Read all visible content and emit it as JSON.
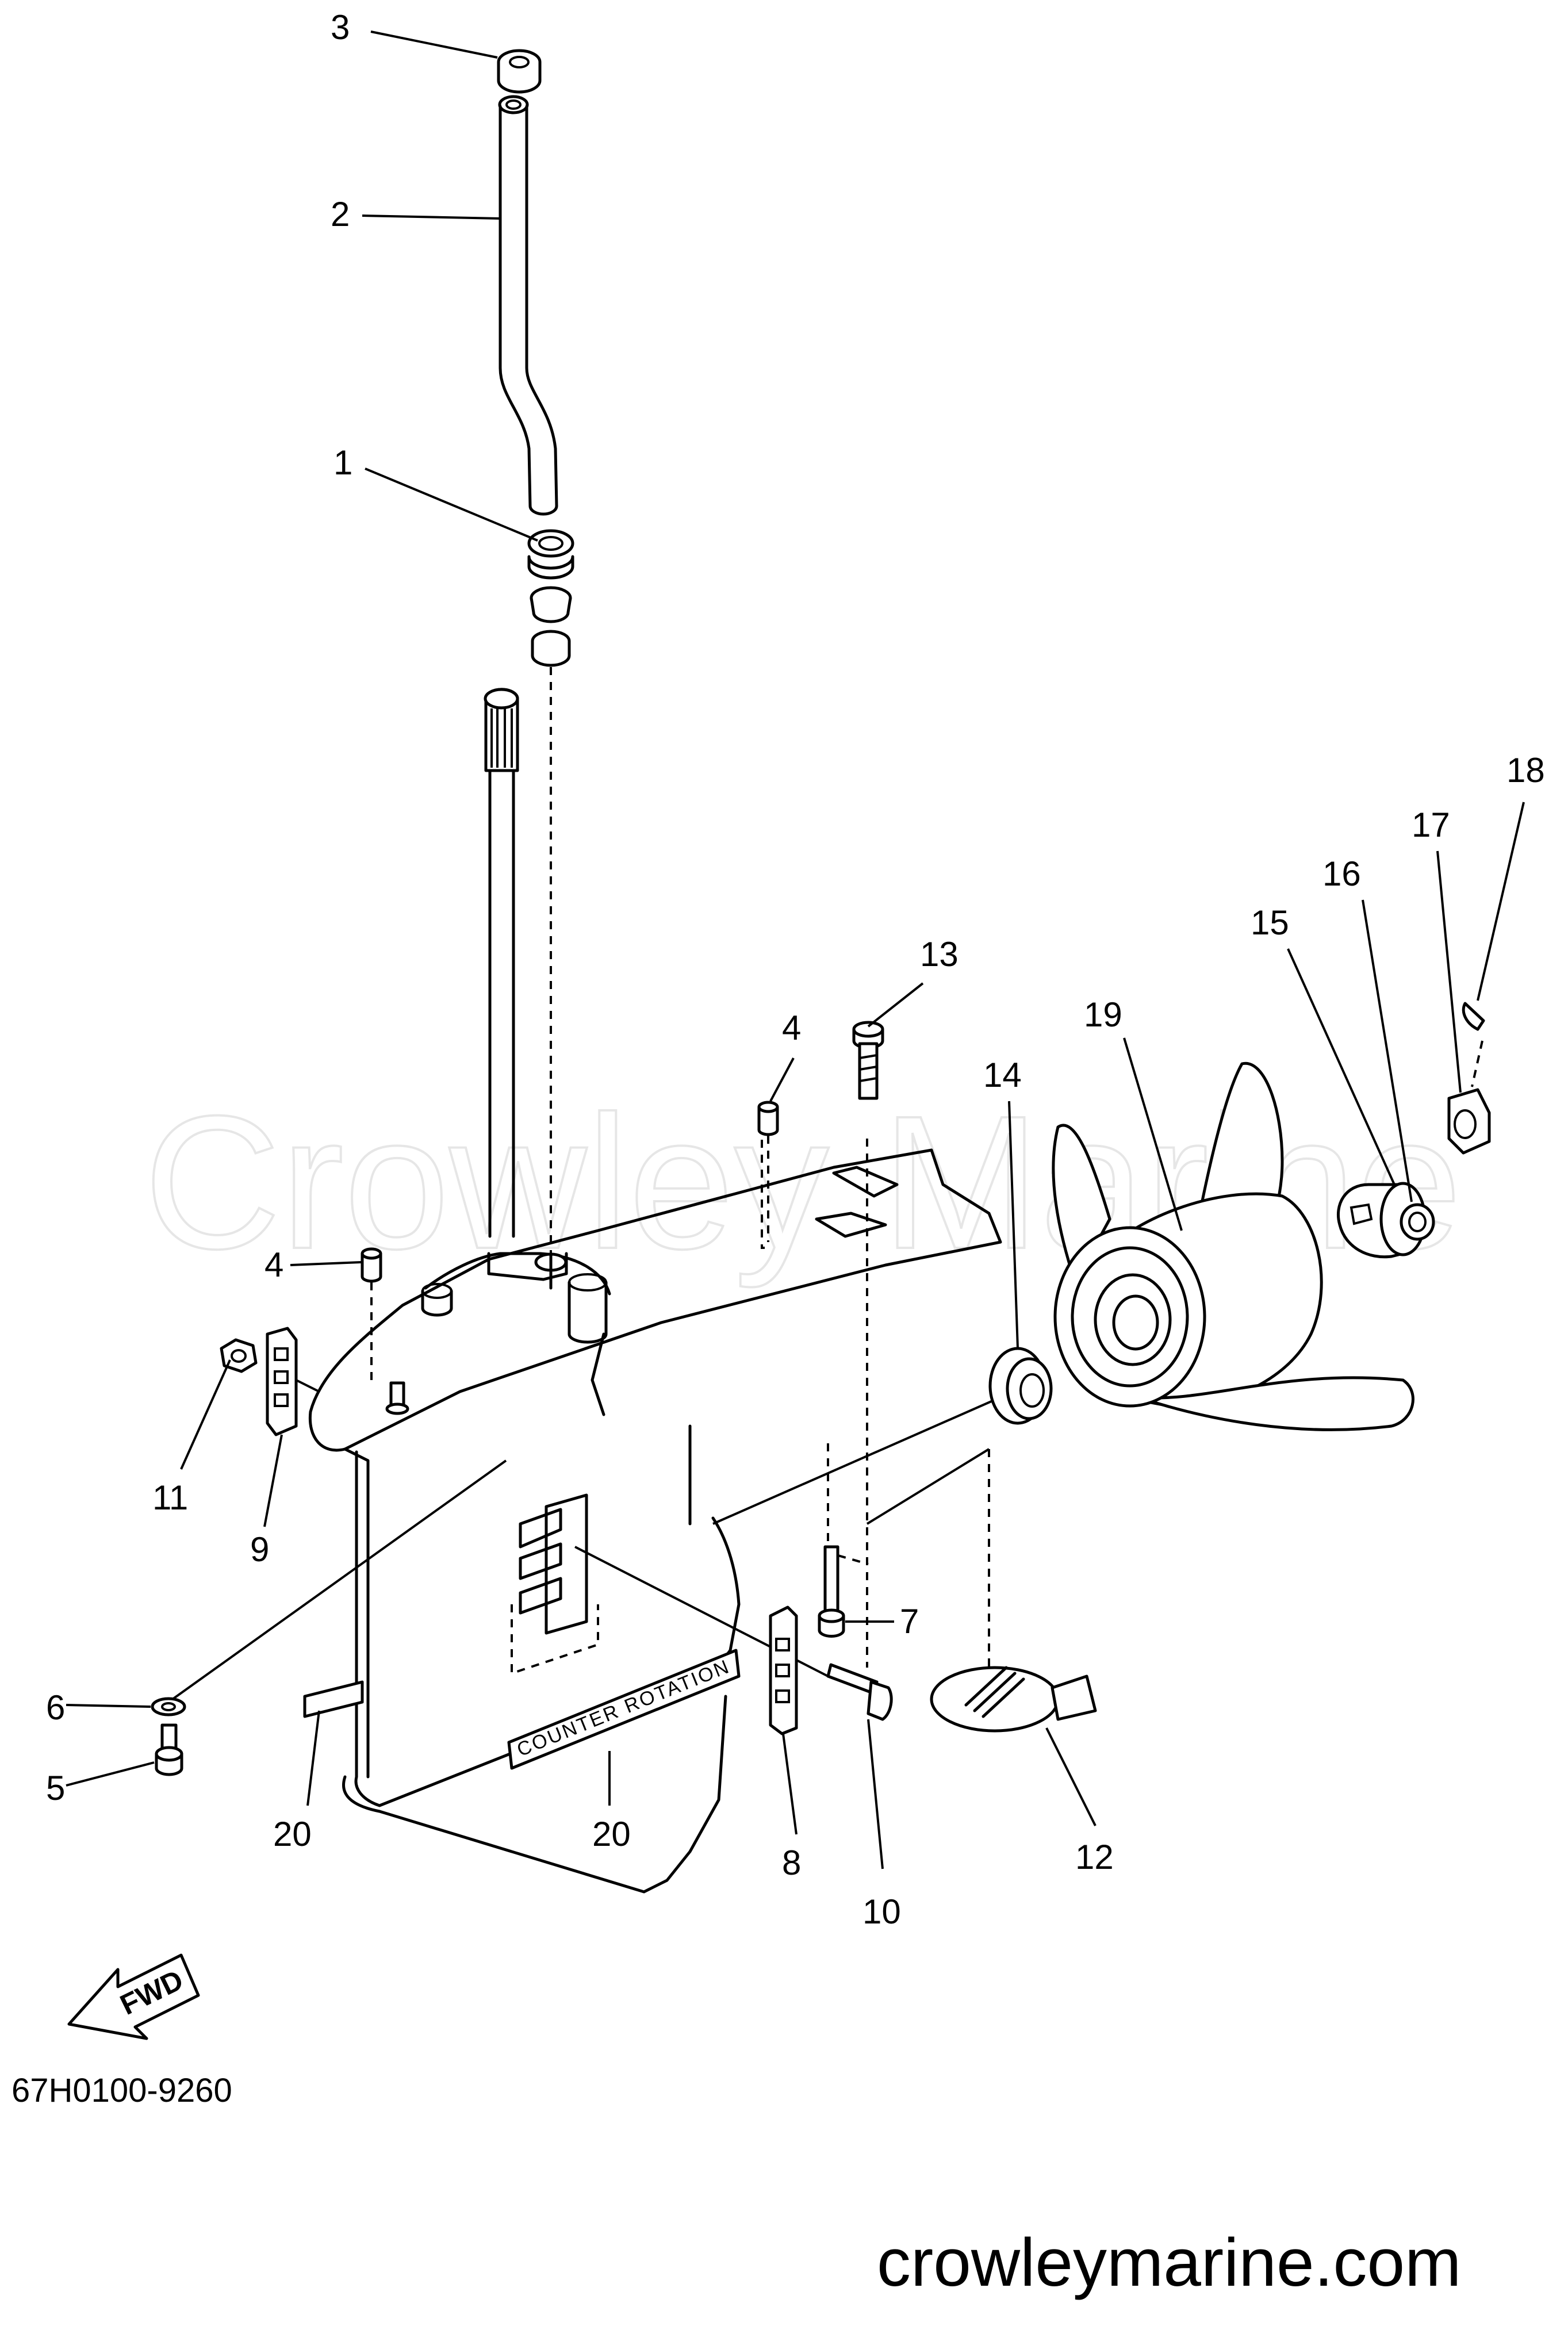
{
  "watermark": "Crowley Marine",
  "part_number_code": "67H0100-9260",
  "website": "crowleymarine.com",
  "fwd_label": "FWD",
  "decal_text": "COUNTER ROTATION",
  "callouts": [
    {
      "id": "c3",
      "text": "3"
    },
    {
      "id": "c2",
      "text": "2"
    },
    {
      "id": "c1",
      "text": "1"
    },
    {
      "id": "c18",
      "text": "18"
    },
    {
      "id": "c17",
      "text": "17"
    },
    {
      "id": "c16",
      "text": "16"
    },
    {
      "id": "c15",
      "text": "15"
    },
    {
      "id": "c19",
      "text": "19"
    },
    {
      "id": "c13",
      "text": "13"
    },
    {
      "id": "c4a",
      "text": "4"
    },
    {
      "id": "c14",
      "text": "14"
    },
    {
      "id": "c4b",
      "text": "4"
    },
    {
      "id": "c11",
      "text": "11"
    },
    {
      "id": "c9",
      "text": "9"
    },
    {
      "id": "c7",
      "text": "7"
    },
    {
      "id": "c6",
      "text": "6"
    },
    {
      "id": "c5",
      "text": "5"
    },
    {
      "id": "c20a",
      "text": "20"
    },
    {
      "id": "c20b",
      "text": "20"
    },
    {
      "id": "c8",
      "text": "8"
    },
    {
      "id": "c10",
      "text": "10"
    },
    {
      "id": "c12",
      "text": "12"
    }
  ]
}
